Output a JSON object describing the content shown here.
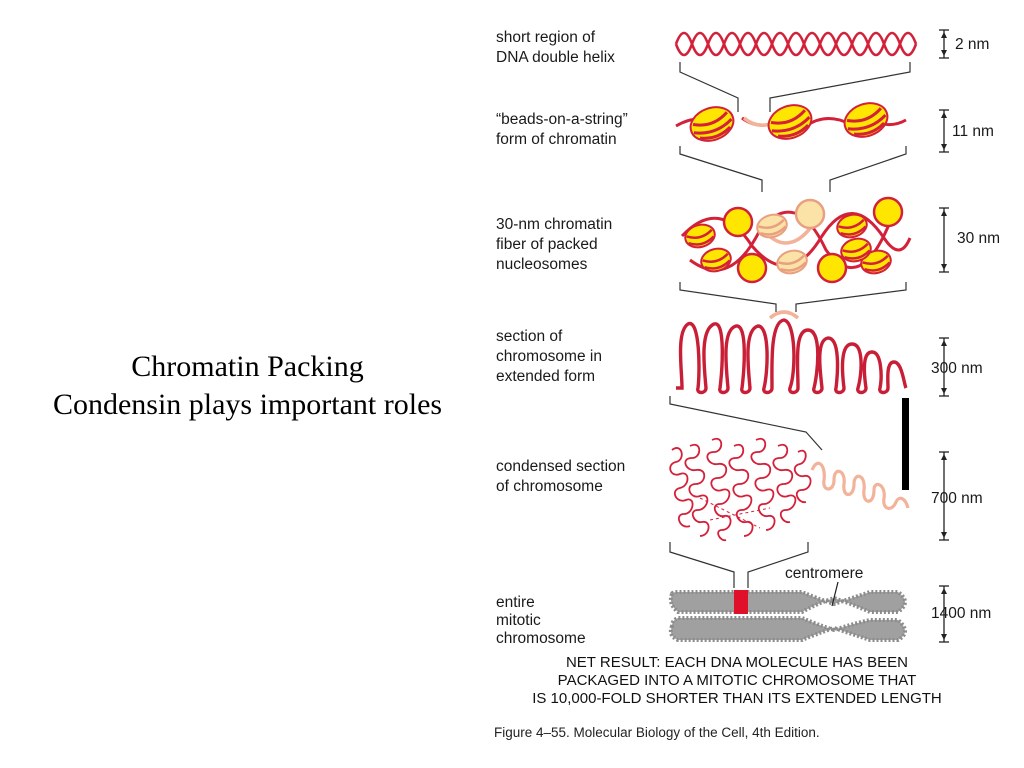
{
  "title": {
    "line1": "Chromatin Packing",
    "line2": "Condensin plays important roles"
  },
  "levels": [
    {
      "label_lines": [
        "short region of",
        "DNA double helix"
      ],
      "size": "2 nm"
    },
    {
      "label_lines": [
        "“beads-on-a-string”",
        "form of chromatin"
      ],
      "size": "11 nm"
    },
    {
      "label_lines": [
        "30-nm chromatin",
        "fiber of packed",
        "nucleosomes"
      ],
      "size": "30 nm"
    },
    {
      "label_lines": [
        "section of",
        "chromosome in",
        "extended form"
      ],
      "size": "300 nm"
    },
    {
      "label_lines": [
        "condensed section",
        "of chromosome"
      ],
      "size": "700 nm"
    },
    {
      "label_lines": [
        "entire",
        "mitotic",
        "chromosome"
      ],
      "size": "1400 nm"
    }
  ],
  "centromere_label": "centromere",
  "net_result": [
    "NET RESULT: EACH DNA MOLECULE HAS BEEN",
    "PACKAGED INTO A MITOTIC CHROMOSOME THAT",
    "IS 10,000-FOLD SHORTER THAN ITS EXTENDED LENGTH"
  ],
  "caption": "Figure 4–55. Molecular Biology of the Cell, 4th Edition.",
  "colors": {
    "dna_red": "#d3213a",
    "dna_light": "#f2b39a",
    "histone_yellow": "#ffe600",
    "histone_light": "#fbe3a8",
    "chromosome_gray": "#a0a0a0",
    "centromere_mark": "#e0102a"
  }
}
